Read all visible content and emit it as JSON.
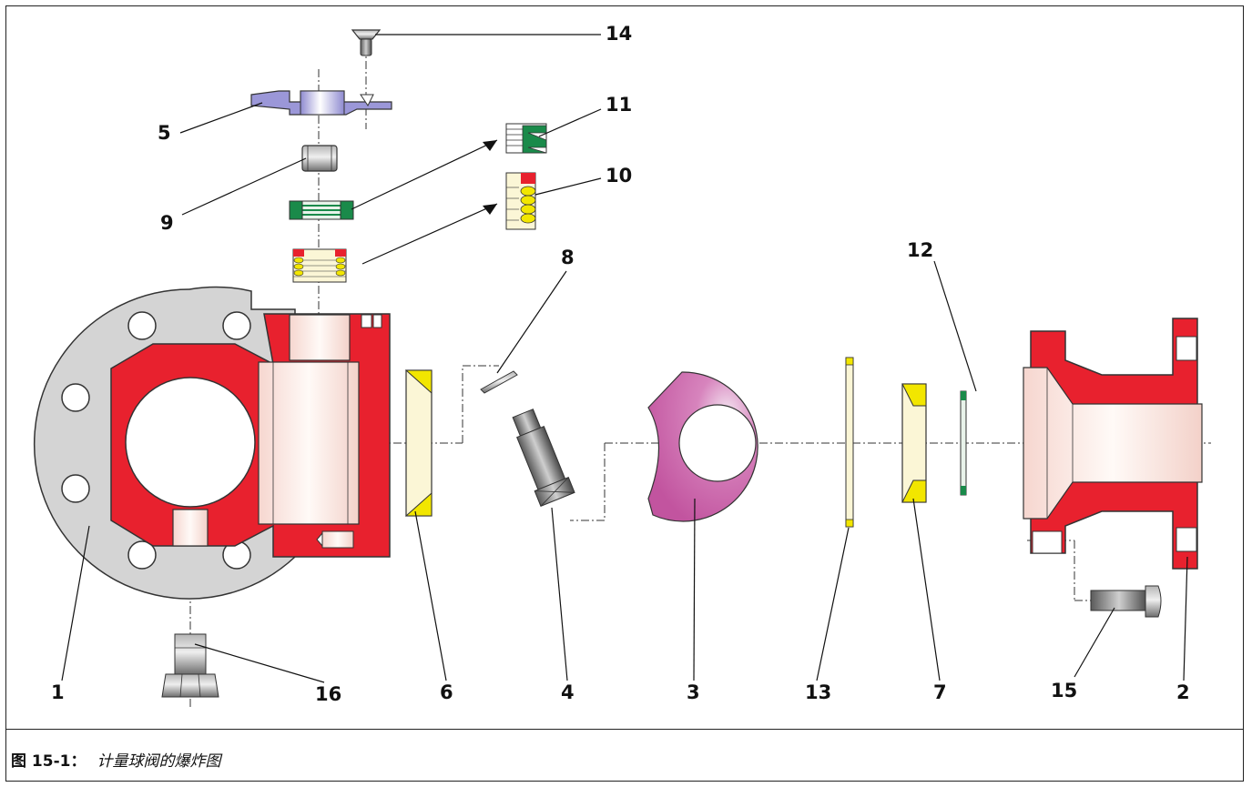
{
  "callouts": [
    {
      "id": "1",
      "text": "1"
    },
    {
      "id": "2",
      "text": "2"
    },
    {
      "id": "3",
      "text": "3"
    },
    {
      "id": "4",
      "text": "4"
    },
    {
      "id": "5",
      "text": "5"
    },
    {
      "id": "6",
      "text": "6"
    },
    {
      "id": "7",
      "text": "7"
    },
    {
      "id": "8",
      "text": "8"
    },
    {
      "id": "9",
      "text": "9"
    },
    {
      "id": "10",
      "text": "10"
    },
    {
      "id": "11",
      "text": "11"
    },
    {
      "id": "12",
      "text": "12"
    },
    {
      "id": "13",
      "text": "13"
    },
    {
      "id": "14",
      "text": "14"
    },
    {
      "id": "15",
      "text": "15"
    },
    {
      "id": "16",
      "text": "16"
    }
  ],
  "caption": {
    "label": "图 15-1：",
    "text": "计量球阀的爆炸图"
  },
  "colors": {
    "body_red": "#e8212e",
    "flange_gray": "#d4d4d4",
    "ball_magenta": "#c2549f",
    "seat_yellow": "#f2e600",
    "seat_cream": "#fbf6d6",
    "bushing_purple": "#9b97d8",
    "packing_green": "#1a8a4a",
    "metal_gray": "#7a7a7a",
    "bore_pink": "#fbe6e0"
  }
}
